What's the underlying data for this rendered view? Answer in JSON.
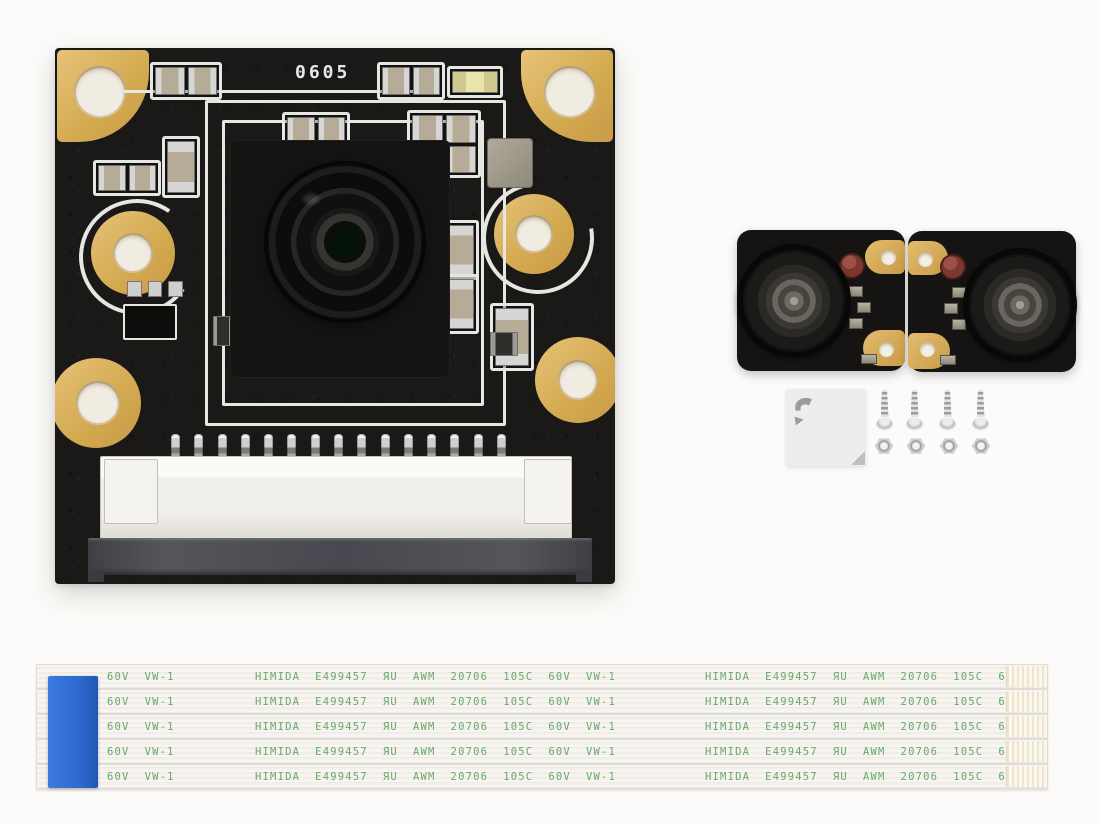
{
  "photo": {
    "background": "#fcfbf9"
  },
  "camera_board": {
    "silkscreen_text": "0605",
    "pin_count": 15,
    "mount_holes": 6,
    "colors": {
      "pcb": "#1a1918",
      "pads": "#dcb35f",
      "silkscreen": "#e6e6e3",
      "connector": "#f1efeb",
      "latch": "#47484c"
    }
  },
  "ir_boards": {
    "count": 2,
    "colors": {
      "board": "#151413",
      "lens_center": "#a49e92",
      "light_sensor": "#7c372e",
      "tabs": "#d9b45f"
    }
  },
  "accessories": {
    "screw_count": 4,
    "nut_count": 4,
    "adhesive_pad_count": 1,
    "metal_color": "#c8c8c8",
    "pad_color": "#eeedeb"
  },
  "ribbon_cables": {
    "count": 5,
    "stiffener_color": "#2f6fd2",
    "print_color": "#5ea15e",
    "print_left": "60V  VW-1",
    "print_main": "HIMIDA  E499457  ЯU  AWM  20706  105C  60V  VW-1",
    "print_end": "HIMIDA  E499457  ЯU  AWM  20706  105C  6"
  }
}
